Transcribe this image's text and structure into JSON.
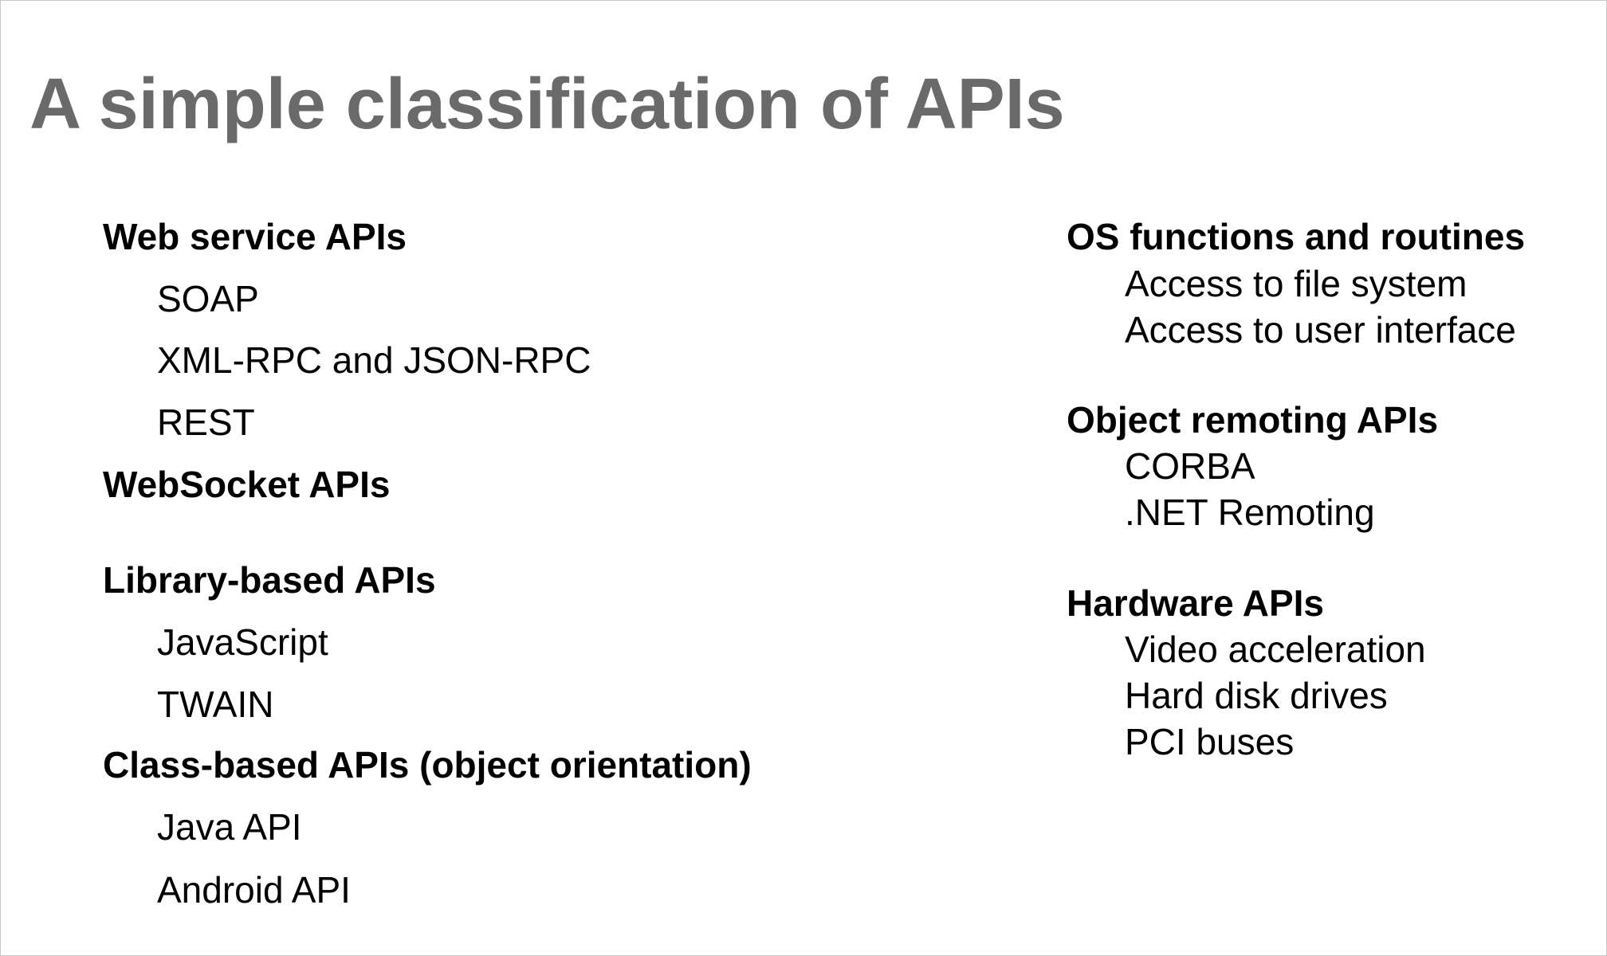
{
  "slide": {
    "title": "A simple classification of APIs",
    "left_column": {
      "web_service": {
        "heading": "Web service APIs",
        "items": [
          "SOAP",
          "XML-RPC and JSON-RPC",
          "REST"
        ]
      },
      "websocket": {
        "heading": "WebSocket APIs"
      },
      "library": {
        "heading": "Library-based APIs",
        "items": [
          "JavaScript",
          "TWAIN"
        ]
      },
      "class_based": {
        "heading": "Class-based APIs (object orientation)",
        "items": [
          "Java API",
          "Android API"
        ]
      }
    },
    "right_column": {
      "os": {
        "heading": "OS functions and routines",
        "items": [
          "Access to file system",
          "Access to user interface"
        ]
      },
      "object_remoting": {
        "heading": "Object remoting APIs",
        "items": [
          "CORBA",
          ".NET Remoting"
        ]
      },
      "hardware": {
        "heading": "Hardware APIs",
        "items": [
          "Video acceleration",
          "Hard disk drives",
          "PCI buses"
        ]
      }
    }
  }
}
